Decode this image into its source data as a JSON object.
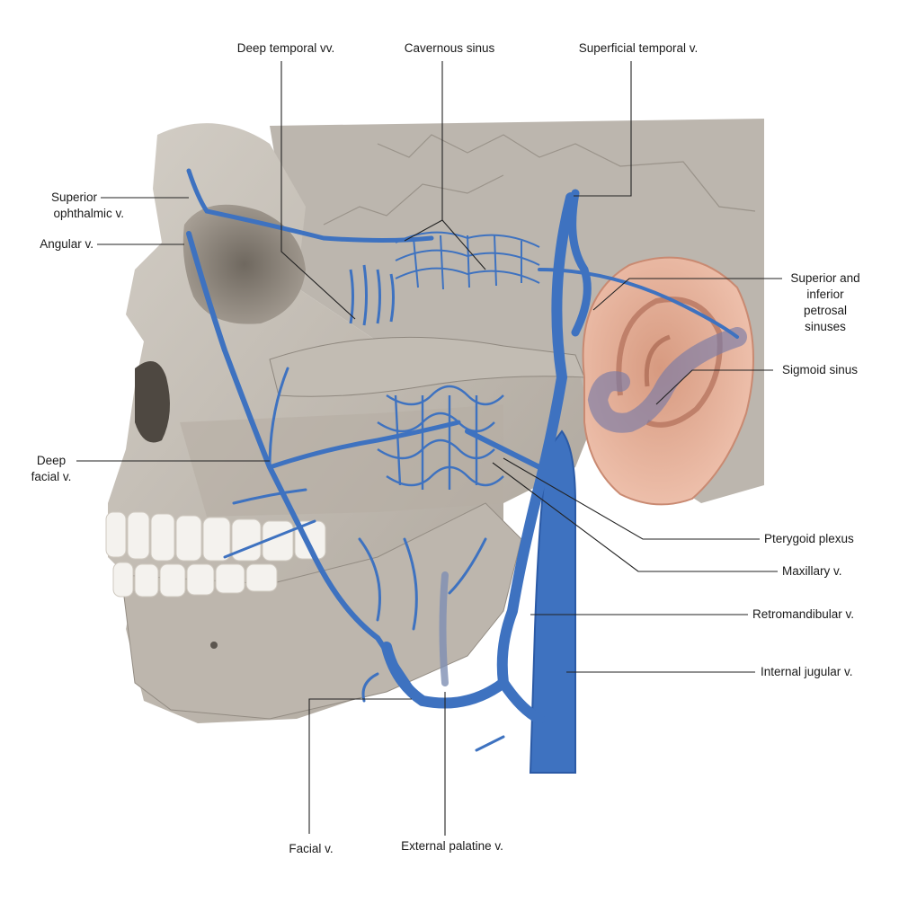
{
  "colors": {
    "vein": "#3e72c0",
    "vein_dark": "#2b5aa6",
    "bone": "#c8c2b9",
    "bone_shadow": "#9e968b",
    "bone_dark": "#7b746b",
    "teeth": "#f4f2ee",
    "ear": "#e6b7a3",
    "ear_dark": "#c98a72",
    "panel": "#b9b3ab",
    "sinus": "#8a86a4",
    "leader": "#222222"
  },
  "labels": {
    "deep_temporal": "Deep temporal vv.",
    "cavernous_sinus": "Cavernous sinus",
    "superficial_temporal": "Superficial temporal v.",
    "superior_ophthalmic_1": "Superior",
    "superior_ophthalmic_2": "ophthalmic v.",
    "angular": "Angular v.",
    "petrosal_1": "Superior and",
    "petrosal_2": "inferior",
    "petrosal_3": "petrosal",
    "petrosal_4": "sinuses",
    "sigmoid": "Sigmoid sinus",
    "deep_facial_1": "Deep",
    "deep_facial_2": "facial v.",
    "pterygoid": "Pterygoid plexus",
    "maxillary": "Maxillary v.",
    "retromandibular": "Retromandibular v.",
    "internal_jugular": "Internal jugular v.",
    "facial": "Facial v.",
    "external_palatine": "External palatine v."
  }
}
